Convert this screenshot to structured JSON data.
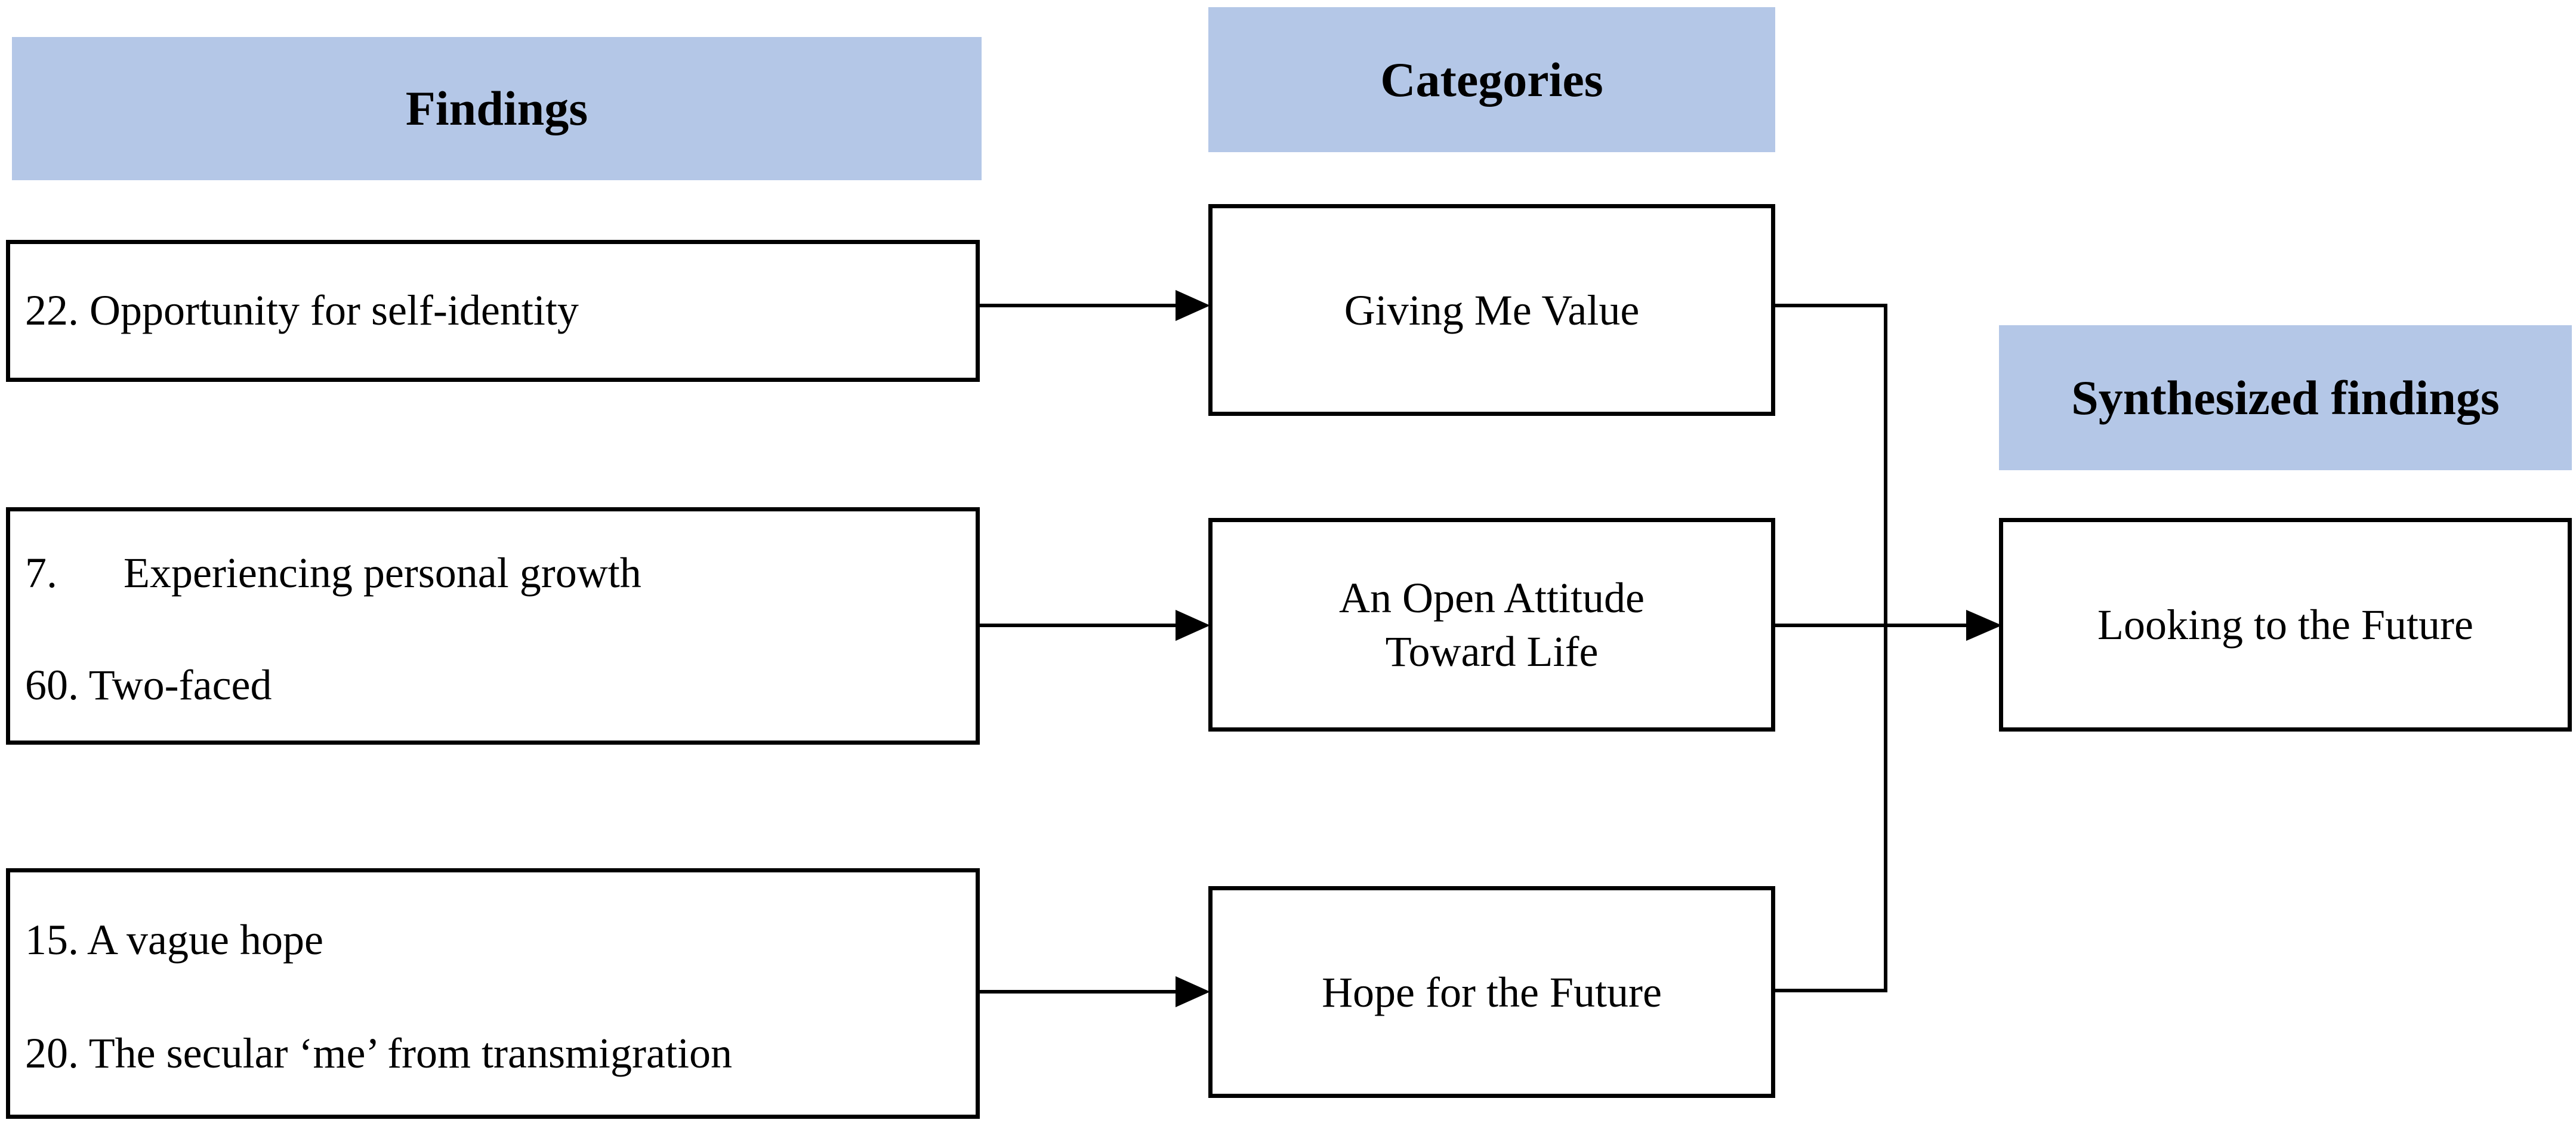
{
  "headers": {
    "findings": "Findings",
    "categories": "Categories",
    "synthesized": "Synthesized findings"
  },
  "findings": [
    {
      "lines": [
        {
          "num": "22.",
          "text": "Opportunity for self-identity"
        }
      ]
    },
    {
      "lines": [
        {
          "num": "7.",
          "text": "Experiencing personal growth"
        },
        {
          "num": "60.",
          "text": "Two-faced"
        }
      ]
    },
    {
      "lines": [
        {
          "num": "15.",
          "text": "A vague hope"
        },
        {
          "num": "20.",
          "text": "The secular ‘me’ from transmigration"
        }
      ]
    }
  ],
  "categories": [
    {
      "lines": [
        "Giving Me Value"
      ]
    },
    {
      "lines": [
        "An Open Attitude",
        "Toward Life"
      ]
    },
    {
      "lines": [
        "Hope for the Future"
      ]
    }
  ],
  "synthesized_finding": "Looking to the Future",
  "colors": {
    "header_fill": "#b4c7e7",
    "border": "#000000",
    "text": "#000000"
  }
}
